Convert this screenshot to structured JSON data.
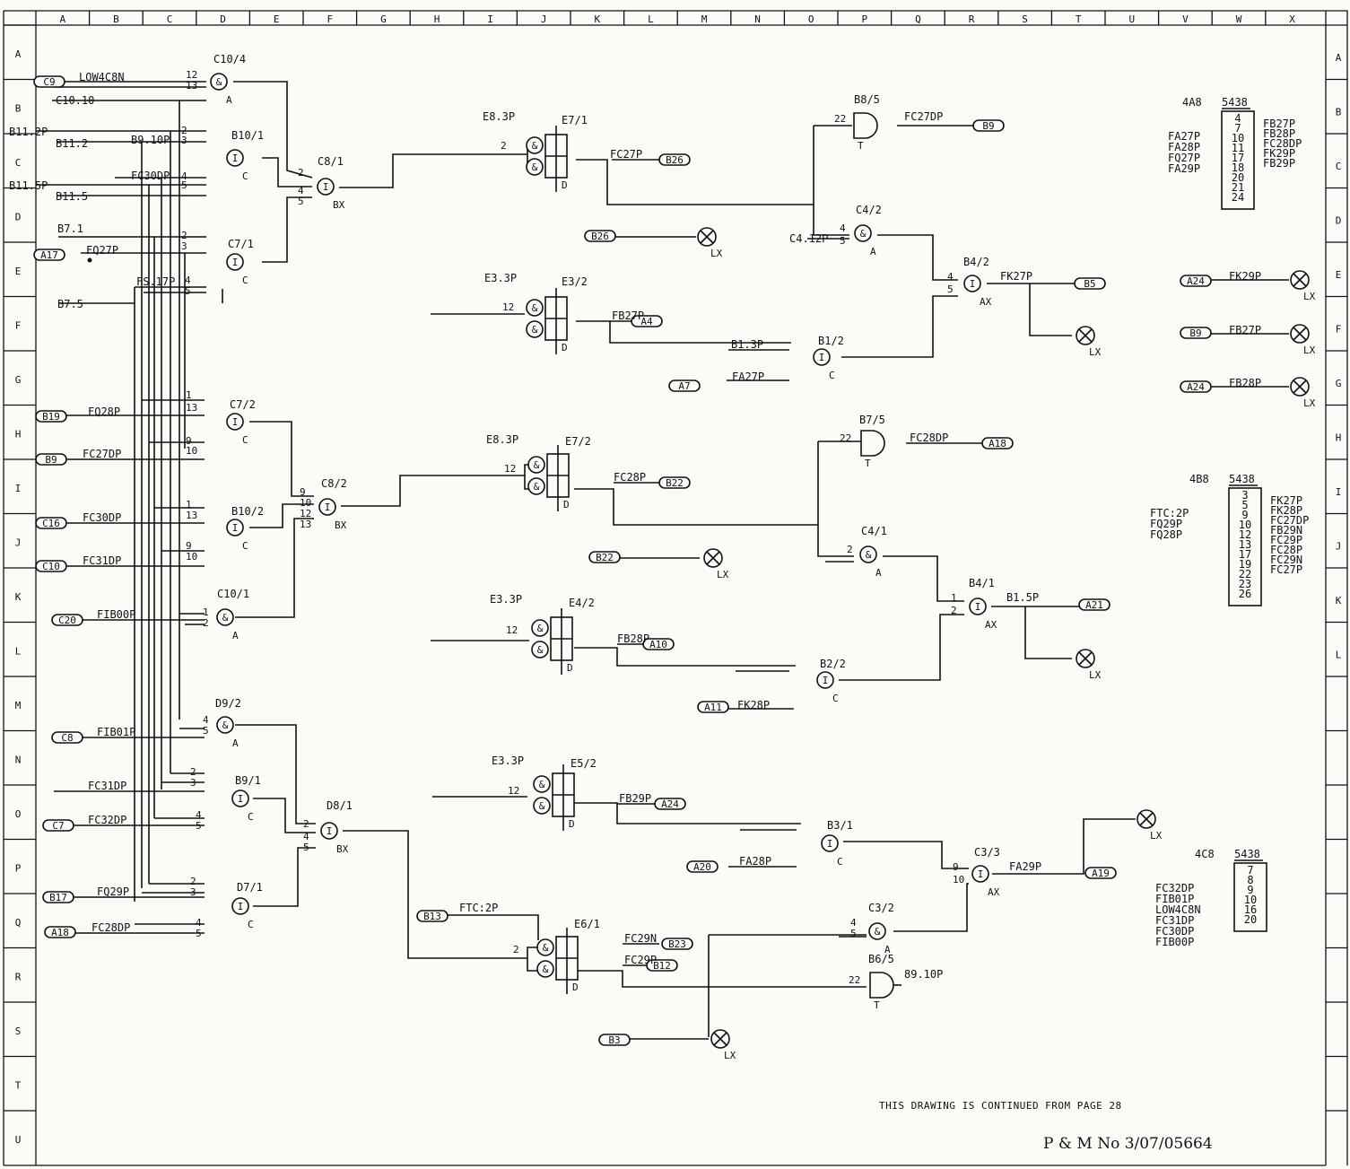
{
  "cols": [
    "A",
    "B",
    "C",
    "D",
    "E",
    "F",
    "G",
    "H",
    "I",
    "J",
    "K",
    "L",
    "M",
    "N",
    "O",
    "P",
    "Q",
    "R",
    "S",
    "T",
    "U",
    "V",
    "W",
    "X"
  ],
  "rows": [
    "A",
    "B",
    "C",
    "D",
    "E",
    "F",
    "G",
    "H",
    "I",
    "J",
    "K",
    "L",
    "M",
    "N",
    "O",
    "P",
    "Q",
    "R",
    "S",
    "T",
    "U"
  ],
  "gates": [
    {
      "id": "c10_4",
      "label": "C10/4",
      "sub": "A",
      "sym": "&"
    },
    {
      "id": "b10_1",
      "label": "B10/1",
      "sub": "C",
      "sym": "I"
    },
    {
      "id": "c8_1",
      "label": "C8/1",
      "sub": "BX",
      "sym": "I"
    },
    {
      "id": "c7_1",
      "label": "C7/1",
      "sub": "C",
      "sym": "I"
    },
    {
      "id": "c7_2",
      "label": "C7/2",
      "sub": "C",
      "sym": "I"
    },
    {
      "id": "b10_2",
      "label": "B10/2",
      "sub": "C",
      "sym": "I"
    },
    {
      "id": "c8_2",
      "label": "C8/2",
      "sub": "BX",
      "sym": "I"
    },
    {
      "id": "c10_1",
      "label": "C10/1",
      "sub": "A",
      "sym": "&"
    },
    {
      "id": "d9_2",
      "label": "D9/2",
      "sub": "A",
      "sym": "&"
    },
    {
      "id": "b9_1",
      "label": "B9/1",
      "sub": "C",
      "sym": "I"
    },
    {
      "id": "d8_1",
      "label": "D8/1",
      "sub": "BX",
      "sym": "I"
    },
    {
      "id": "d7_1",
      "label": "D7/1",
      "sub": "C",
      "sym": "I"
    },
    {
      "id": "e7_1",
      "label": "E7/1",
      "sub": "D",
      "sym": "&"
    },
    {
      "id": "e3_2",
      "label": "E3/2",
      "sub": "D",
      "sym": "&"
    },
    {
      "id": "e7_2",
      "label": "E7/2",
      "sub": "D",
      "sym": "&"
    },
    {
      "id": "e4_2",
      "label": "E4/2",
      "sub": "D",
      "sym": "&"
    },
    {
      "id": "e5_2",
      "label": "E5/2",
      "sub": "D",
      "sym": "&"
    },
    {
      "id": "e6_1",
      "label": "E6/1",
      "sub": "D",
      "sym": "&"
    },
    {
      "id": "b8_5",
      "label": "B8/5",
      "sub": "T",
      "sym": ""
    },
    {
      "id": "b7_5",
      "label": "B7/5",
      "sub": "T",
      "sym": ""
    },
    {
      "id": "b6_5",
      "label": "B6/5",
      "sub": "T",
      "sym": ""
    },
    {
      "id": "c4_2",
      "label": "C4/2",
      "sub": "A",
      "sym": "&"
    },
    {
      "id": "c4_1",
      "label": "C4/1",
      "sub": "A",
      "sym": "&"
    },
    {
      "id": "b4_2",
      "label": "B4/2",
      "sub": "AX",
      "sym": "I"
    },
    {
      "id": "b4_1",
      "label": "B4/1",
      "sub": "AX",
      "sym": "I"
    },
    {
      "id": "b1_2",
      "label": "B1/2",
      "sub": "C",
      "sym": "I"
    },
    {
      "id": "b2_2",
      "label": "B2/2",
      "sub": "C",
      "sym": "I"
    },
    {
      "id": "b3_1",
      "label": "B3/1",
      "sub": "C",
      "sym": "I"
    },
    {
      "id": "c3_3",
      "label": "C3/3",
      "sub": "AX",
      "sym": "I"
    },
    {
      "id": "c3_2",
      "label": "C3/2",
      "sub": "A",
      "sym": "&"
    }
  ],
  "connectors": [
    "C9",
    "A17",
    "B19",
    "B9",
    "C16",
    "C10",
    "C20",
    "C8",
    "C7",
    "B17",
    "A18",
    "B26",
    "A4",
    "B22",
    "A10",
    "A7",
    "A11",
    "B13",
    "A20",
    "B23",
    "B12",
    "B3",
    "B5",
    "A21",
    "A19",
    "A24",
    "B9",
    "A18"
  ],
  "signals": [
    "LOW4C8N",
    "C10.10",
    "B11.2P",
    "B11.2",
    "B9.10P",
    "B11.5P",
    "FC30DP",
    "B11.5",
    "B7.1",
    "FQ27P",
    "FS.17P",
    "B7.5",
    "FQ28P",
    "FC27DP",
    "FC30DP",
    "FC31DP",
    "FIB00P",
    "FIB01P",
    "FC31DP",
    "FC32DP",
    "FQ29P",
    "FC28DP",
    "E8.3P",
    "FC27P",
    "E3.3P",
    "FB27P",
    "E8.3P",
    "FC28P",
    "E3.3P",
    "FB28P",
    "E3.3P",
    "FB29P",
    "FTC:2P",
    "FC29N",
    "FC29P",
    "FC27DP",
    "FC28DP",
    "89.10P",
    "C4.12P",
    "FK27P",
    "B1.3P",
    "FA27P",
    "B1.5P",
    "FK28P",
    "FA28P",
    "FA29P",
    "FK29P",
    "FB27P",
    "FB28P",
    "FB29P"
  ],
  "lamp_label": "LX",
  "tables": [
    {
      "title": "4A8",
      "code": "5438",
      "left": [
        "FA27P",
        "FA28P",
        "FQ27P",
        "FA29P"
      ],
      "pins": [
        "4",
        "7",
        "10",
        "11",
        "17",
        "18",
        "20",
        "21",
        "24"
      ],
      "right": [
        "FB27P",
        "FB28P",
        "FC28DP",
        "FK29P",
        "FB29P"
      ]
    },
    {
      "title": "4B8",
      "code": "5438",
      "left": [
        "FTC:2P",
        "FQ29P",
        "FQ28P"
      ],
      "pins": [
        "3",
        "5",
        "9",
        "10",
        "12",
        "13",
        "17",
        "19",
        "22",
        "23",
        "26"
      ],
      "right": [
        "FK27P",
        "FK28P",
        "FC27DP",
        "FB29N",
        "FC29P",
        "FC28P",
        "FC29N",
        "FC27P"
      ]
    },
    {
      "title": "4C8",
      "code": "5438",
      "left": [
        "FC32DP",
        "FIB01P",
        "LOW4C8N",
        "FC31DP",
        "FC30DP",
        "FIB00P"
      ],
      "pins": [
        "7",
        "8",
        "9",
        "10",
        "16",
        "20"
      ],
      "right": []
    }
  ],
  "footer": {
    "continued": "THIS DRAWING IS CONTINUED FROM PAGE 28",
    "ref": "P & M No 3/07/05664"
  }
}
